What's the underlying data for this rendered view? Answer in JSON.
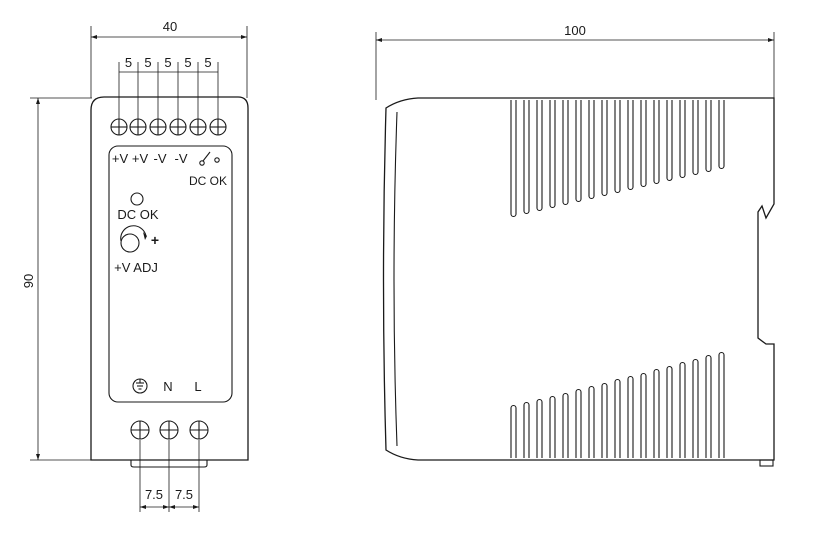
{
  "dimensions": {
    "width_total": "40",
    "pitch": [
      "5",
      "5",
      "5",
      "5",
      "5"
    ],
    "height_total": "90",
    "bottom_pitch": [
      "7.5",
      "7.5"
    ],
    "depth_total": "100"
  },
  "terminals": {
    "top_labels": [
      "+V",
      "+V",
      "-V",
      "-V"
    ],
    "dc_ok_relay": "DC OK",
    "bottom_labels": [
      "N",
      "L"
    ]
  },
  "front_panel": {
    "led_label": "DC OK",
    "pot_label": "+V ADJ",
    "pot_plus": "+"
  },
  "icons": {
    "ground": "ground-icon",
    "terminal_screw": "terminal-screw-icon",
    "potentiometer": "potentiometer-icon",
    "led": "led-indicator-icon",
    "relay_switch": "relay-contact-icon"
  }
}
